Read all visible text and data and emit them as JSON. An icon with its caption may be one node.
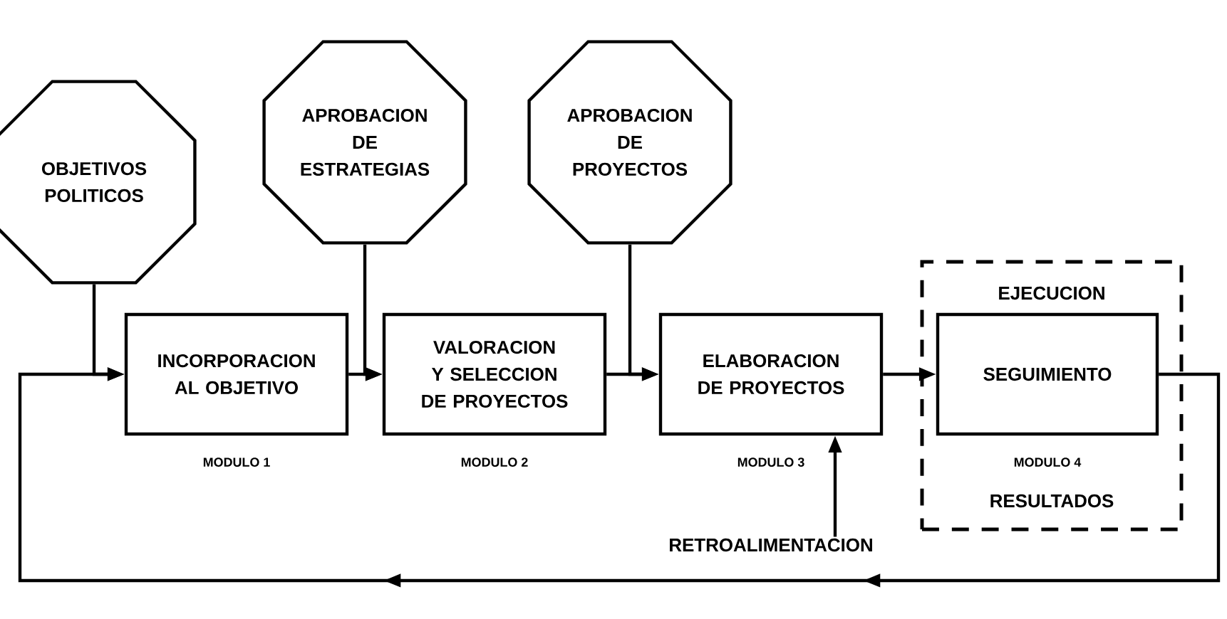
{
  "diagram": {
    "nodes": [
      {
        "text": [
          "OBJETIVOS POLITICOS"
        ]
      },
      {
        "text": [
          "APROBACION DE ESTRATEGIAS"
        ]
      },
      {
        "text": [
          "APROBACION DE PROYECTOS"
        ]
      },
      {
        "text": [
          "INCORPORACION AL OBJETIVO"
        ],
        "beside": [
          "MODULO 1"
        ]
      },
      {
        "text": [
          "VALORACION Y SELECCION DE PROYECTOS"
        ],
        "beside": [
          "MODULO 2"
        ]
      },
      {
        "text": [
          "ELABORACION DE PROYECTOS"
        ],
        "beside": [
          "MODULO 3"
        ]
      },
      {
        "text": [
          "EJECUCION",
          "RESULTADOS"
        ]
      },
      {
        "text": [
          "SEGUIMIENTO"
        ],
        "in": 6,
        "beside": [
          "MODULO 4"
        ]
      },
      {
        "text": [
          "RETROALIMENTACION"
        ]
      }
    ],
    "edges": [
      {
        "from": 0,
        "to": 3,
        "arrow": "to"
      },
      {
        "from": 1,
        "to": 4,
        "arrow": "to"
      },
      {
        "from": 2,
        "to": 5,
        "arrow": "to"
      },
      {
        "from": 3,
        "to": 4,
        "arrow": "to"
      },
      {
        "from": 4,
        "to": 5,
        "arrow": "to"
      },
      {
        "from": 5,
        "to": 7,
        "arrow": "to"
      },
      {
        "from": 7,
        "to": 3,
        "arrow": "to"
      },
      {
        "from": 8,
        "to": 5,
        "arrow": "to"
      }
    ]
  }
}
